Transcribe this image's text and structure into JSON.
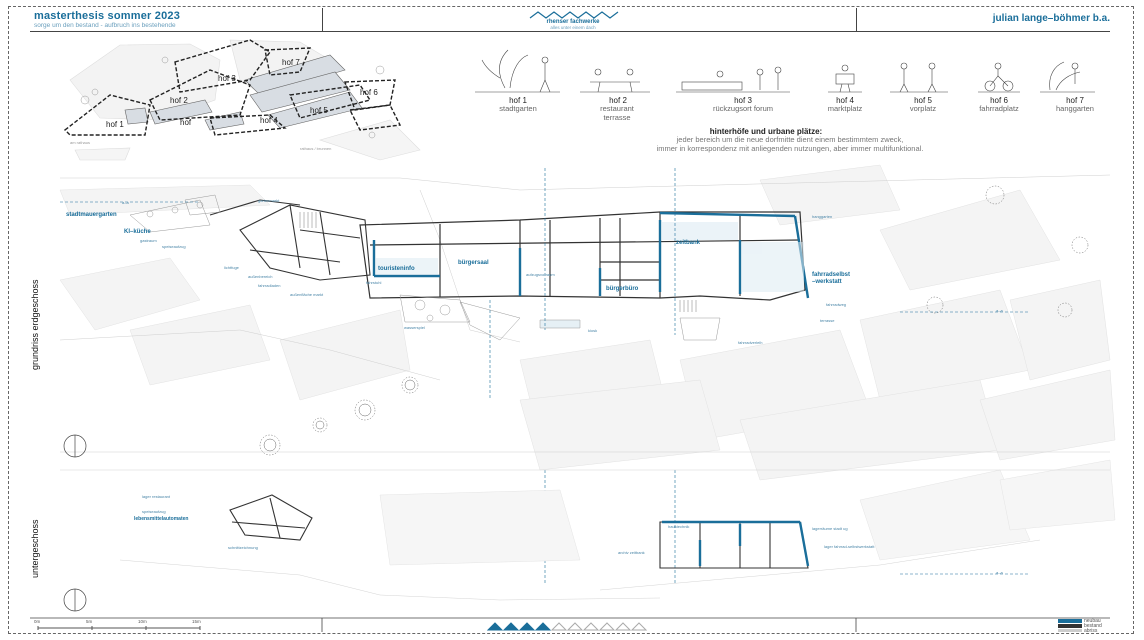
{
  "header": {
    "title": "masterthesis sommer 2023",
    "subtitle": "sorge um den bestand - aufbruch ins bestehende",
    "logo_name": "rhenser fachwerke",
    "logo_tagline": "alles unter einem dach",
    "author": "julian lange–böhmer b.a."
  },
  "site_plan": {
    "labels": [
      "hof 7",
      "hof 3",
      "hof 6",
      "hof 2",
      "hof 5",
      "hof 1",
      "hof",
      "hof 4"
    ],
    "footnotes": [
      "am rathaus",
      "rathaus / brunnen"
    ]
  },
  "courtyards": [
    {
      "label": "hof 1",
      "sub": "stadtgarten",
      "icon": "plant-figure-icon"
    },
    {
      "label": "hof 2",
      "sub": "restaurant terrasse",
      "icon": "dining-figures-icon"
    },
    {
      "label": "hof 3",
      "sub": "rückzugsort forum",
      "icon": "lounge-figures-icon"
    },
    {
      "label": "hof 4",
      "sub": "marktplatz",
      "icon": "market-figure-icon"
    },
    {
      "label": "hof 5",
      "sub": "vorplatz",
      "icon": "walking-figures-icon"
    },
    {
      "label": "hof 6",
      "sub": "fahrradplatz",
      "icon": "bicycle-figure-icon"
    },
    {
      "label": "hof 7",
      "sub": "hanggarten",
      "icon": "garden-figure-icon"
    }
  ],
  "courtyard_intro": {
    "heading": "hinterhöfe und urbane plätze:",
    "line1": "jeder bereich um die neue dorfmitte dient einem bestimmtem zweck,",
    "line2": "immer in korrespondenz mit anliegenden nutzungen, aber immer multifunktional."
  },
  "ground_floor": {
    "section_label": "grundriss erdgeschoss",
    "rooms": {
      "stadtmauergarten": "stadtmauergarten",
      "ki_kueche": "KI–küche",
      "touristeninfo": "touristeninfo",
      "buergersaal": "bürgersaal",
      "buergerbuero": "bürgerbüro",
      "zeitbank": "zeitbank",
      "fahrradselbst": "fahrradselbst",
      "werkstatt": "–werkstatt"
    },
    "small_labels": [
      "a–a",
      "gastraum",
      "speiseaufzug",
      "lichtfuge",
      "außenbereich",
      "fahrradladen",
      "wasserspiel",
      "gartenmarkt",
      "außenfläche markt",
      "fahrstuhl",
      "fahrradweg",
      "hanggarten",
      "a–a",
      "terrasse",
      "aufzugsvorraum",
      "fahrradverleih",
      "kiosk"
    ]
  },
  "basement": {
    "section_label": "untergeschoss",
    "rooms": [
      "lager restaurant",
      "speiseaufzug",
      "lebensmittelautomaten",
      "schnittzeichnung",
      "archiv zeitbank",
      "haustechnik",
      "lagerräume stadt ug",
      "lager fahrrad-selbstwerkstatt",
      "a–a"
    ]
  },
  "footer": {
    "scale_labels": [
      "0m",
      "5m",
      "10m",
      "15m"
    ],
    "legend": [
      "neubau",
      "bestand",
      "abriss"
    ]
  },
  "colors": {
    "accent": "#1a6e9a",
    "accent_light": "#6a9fbd",
    "neubau": "#1a6e9a",
    "bestand": "#333333",
    "abriss": "#cccccc"
  }
}
